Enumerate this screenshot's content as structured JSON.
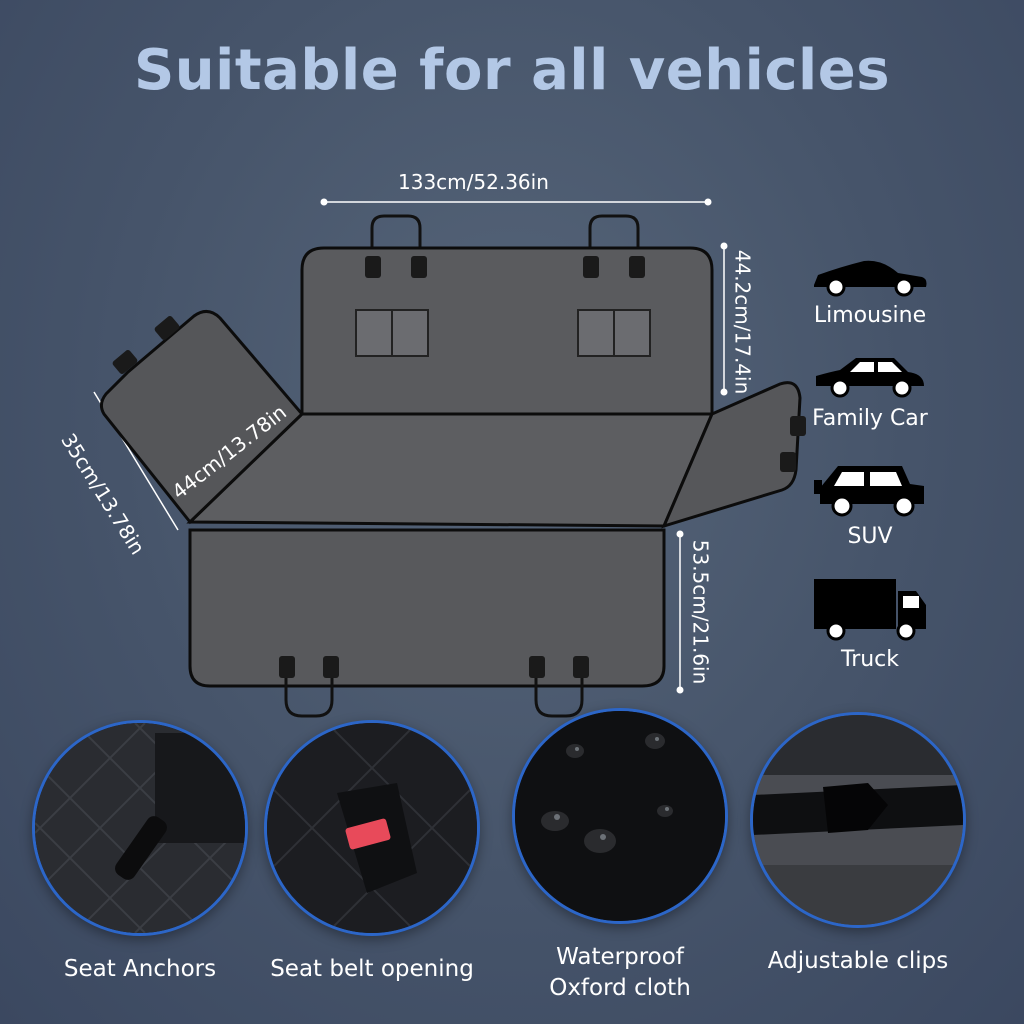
{
  "title": "Suitable for all vehicles",
  "dimensions": {
    "width": "133cm/52.36in",
    "back_height": "44.2cm/17.4in",
    "seat_depth": "53.5cm/21.6in",
    "side_flap_length": "35cm/13.78in",
    "side_flap_width": "44cm/13.78in"
  },
  "vehicles": [
    {
      "label": "Limousine",
      "icon": "limousine-icon"
    },
    {
      "label": "Family Car",
      "icon": "family-car-icon"
    },
    {
      "label": "SUV",
      "icon": "suv-icon"
    },
    {
      "label": "Truck",
      "icon": "truck-icon"
    }
  ],
  "features": [
    {
      "label": "Seat Anchors"
    },
    {
      "label": "Seat belt opening"
    },
    {
      "label": "Waterproof\nOxford cloth"
    },
    {
      "label": "Adjustable clips"
    }
  ]
}
